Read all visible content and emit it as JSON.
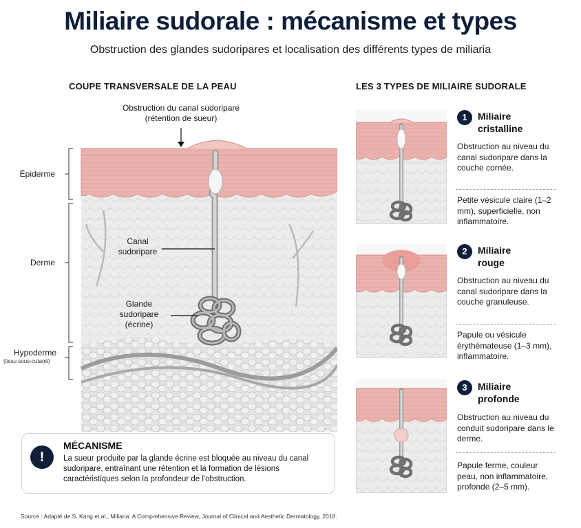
{
  "header": {
    "title": "Miliaire sudorale : mécanisme et types",
    "subtitle": "Obstruction des glandes sudoripares et localisation des différents types de miliaria"
  },
  "cross_section": {
    "heading": "COUPE TRANSVERSALE DE LA PEAU",
    "obstruction_label": "Obstruction du canal sudoripare (rétention de sueur)",
    "duct_label": "Canal sudoripare",
    "gland_label": "Glande sudoripare (écrine)",
    "layers": {
      "epidermis": "Épiderme",
      "dermis": "Derme",
      "hypodermis": "Hypoderme",
      "hypodermis_note": "(tissu sous-cutané)"
    }
  },
  "types_section": {
    "heading": "LES 3 TYPES DE MILIAIRE SUDORALE",
    "items": [
      {
        "number": "1",
        "name_line1": "Miliaire",
        "name_line2": "cristalline",
        "location": "Obstruction au niveau du canal sudoripare dans la couche cornée.",
        "description": "Petite vésicule claire (1–2 mm), superficielle, non inflammatoire."
      },
      {
        "number": "2",
        "name_line1": "Miliaire",
        "name_line2": "rouge",
        "location": "Obstruction au niveau du canal sudoripare dans la couche granuleuse.",
        "description": "Papule ou vésicule érythémateuse (1–3 mm), inflammatoire."
      },
      {
        "number": "3",
        "name_line1": "Miliaire",
        "name_line2": "profonde",
        "location": "Obstruction au niveau du conduit sudoripare dans le derme.",
        "description": "Papule ferme, couleur peau, non inflammatoire, profonde (2–5 mm)."
      }
    ]
  },
  "mechanism": {
    "icon": "exclamation-icon",
    "title": "MÉCANISME",
    "body": "La sueur produite par la glande écrine est bloquée au niveau du canal sudoripare, entraînant une rétention et la formation de lésions caractéristiques selon la profondeur de l'obstruction."
  },
  "source": "Source : Adapté de S. Kang et al., Miliaria: A Comprehensive Review, Journal of Clinical and Aesthetic Dermatology, 2018.",
  "colors": {
    "navy": "#0f1f3a",
    "epidermis": "#eab3ae",
    "dermis": "#ececec",
    "hypodermis": "#dcdcdc",
    "gland": "#8e8e8e"
  }
}
